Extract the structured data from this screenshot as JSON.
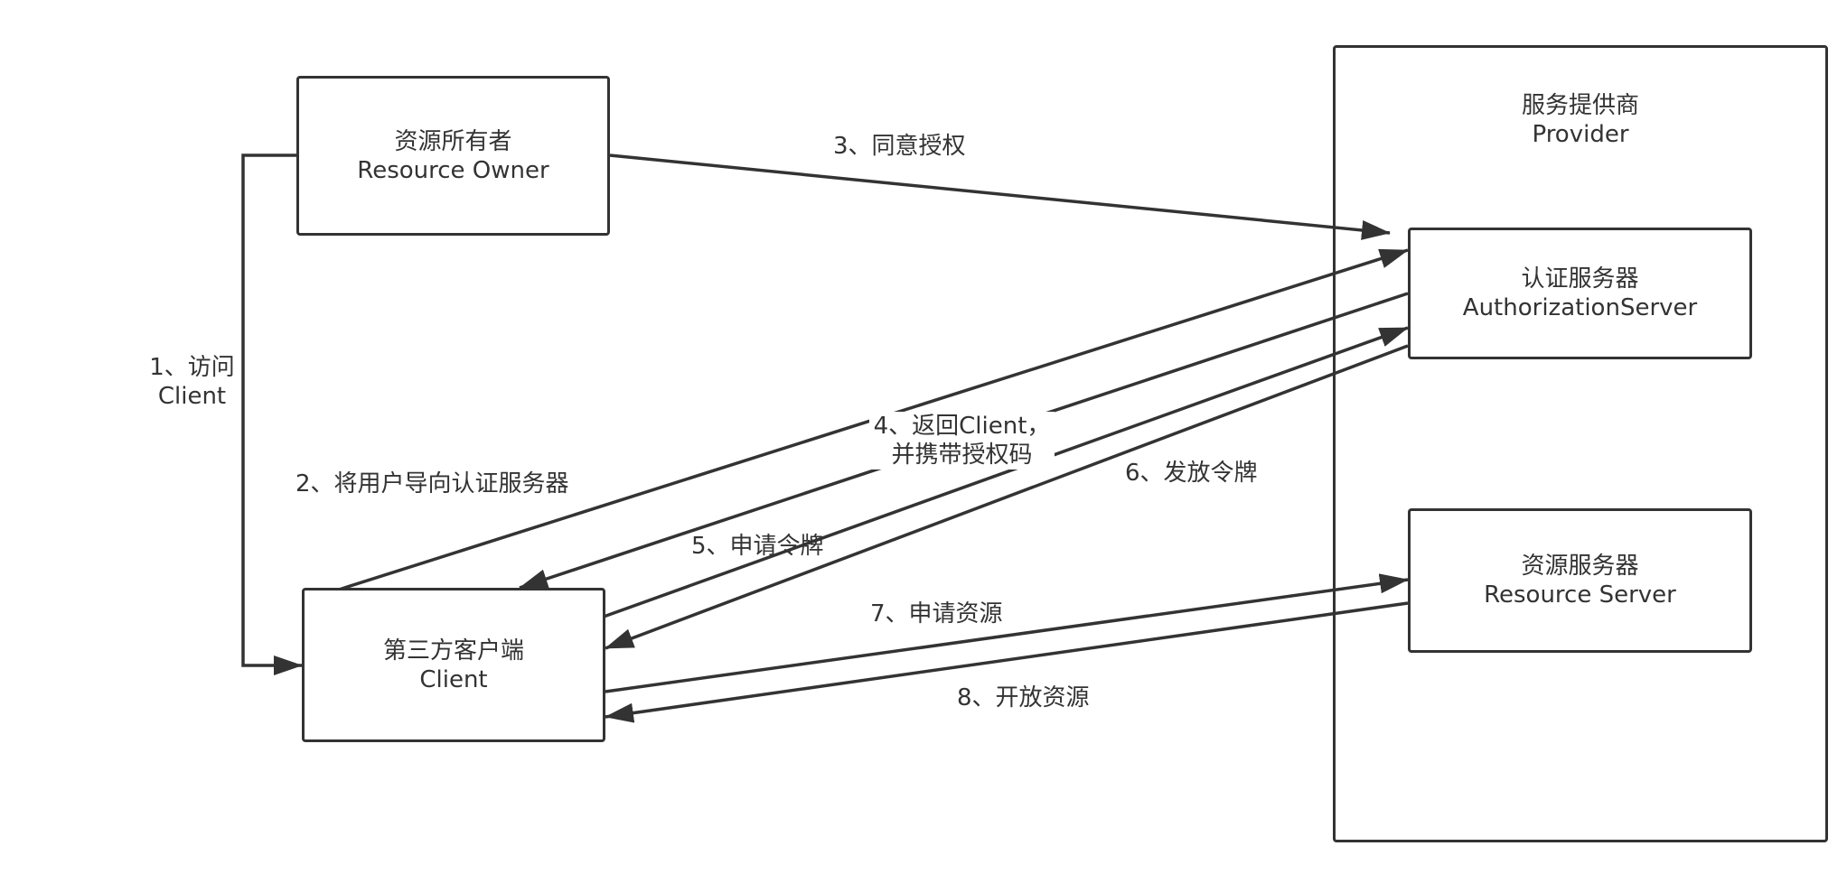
{
  "nodes": {
    "provider": {
      "line1": "服务提供商",
      "line2": "Provider"
    },
    "resource_owner": {
      "line1": "资源所有者",
      "line2": "Resource Owner"
    },
    "auth_server": {
      "line1": "认证服务器",
      "line2": "AuthorizationServer"
    },
    "resource_server": {
      "line1": "资源服务器",
      "line2": "Resource Server"
    },
    "client": {
      "line1": "第三方客户端",
      "line2": "Client"
    }
  },
  "edges": {
    "step1": {
      "line1": "1、访问",
      "line2": "Client"
    },
    "step2": {
      "text": "2、将用户导向认证服务器"
    },
    "step3": {
      "text": "3、同意授权"
    },
    "step4": {
      "line1": "4、返回Client，",
      "line2": "并携带授权码"
    },
    "step5": {
      "text": "5、申请令牌"
    },
    "step6": {
      "text": "6、发放令牌"
    },
    "step7": {
      "text": "7、申请资源"
    },
    "step8": {
      "text": "8、开放资源"
    }
  },
  "colors": {
    "stroke": "#333333",
    "text": "#333333",
    "background": "#ffffff"
  }
}
